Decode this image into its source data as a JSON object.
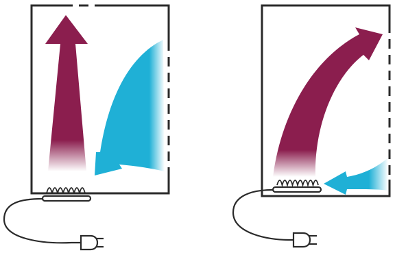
{
  "colors": {
    "warm_air": "#8b1e4e",
    "cold_air": "#1fb0d6",
    "outline": "#2a2a2a",
    "background": "#ffffff"
  },
  "panels": [
    {
      "id": "left",
      "icons": [
        "wall-frame-icon",
        "open-window-icon",
        "heater-icon",
        "power-cord-icon",
        "plug-icon"
      ],
      "flows": [
        {
          "kind": "warm-air",
          "direction": "up"
        },
        {
          "kind": "cold-air",
          "direction": "down-left"
        }
      ]
    },
    {
      "id": "right",
      "icons": [
        "wall-frame-icon",
        "open-window-icon",
        "heater-icon",
        "power-cord-icon",
        "plug-icon"
      ],
      "flows": [
        {
          "kind": "warm-air",
          "direction": "up-right"
        },
        {
          "kind": "cold-air",
          "direction": "left"
        }
      ]
    }
  ]
}
